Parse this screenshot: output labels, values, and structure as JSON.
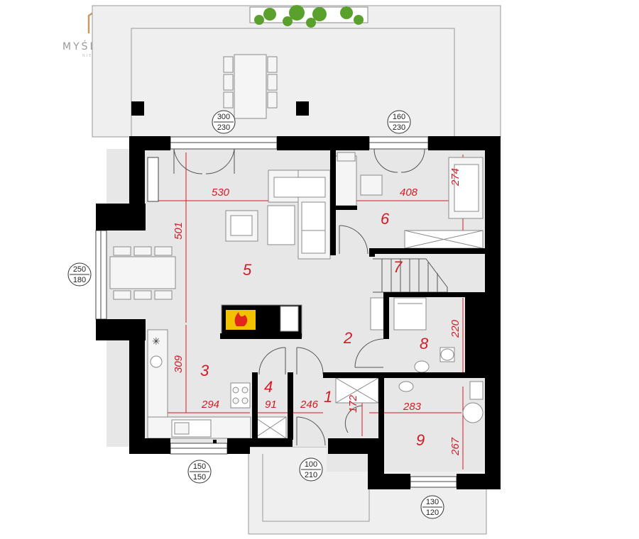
{
  "brand": {
    "name": "MYŚLIWIEC",
    "tagline": "NIERUCHOMOŚCI",
    "accent": "#c89a63"
  },
  "colors": {
    "wall": "#000000",
    "floor": "#e7e7e7",
    "terrace": "#efefef",
    "dimension": "#d01c24"
  },
  "rooms": [
    {
      "number": "1"
    },
    {
      "number": "2"
    },
    {
      "number": "3"
    },
    {
      "number": "4"
    },
    {
      "number": "5"
    },
    {
      "number": "6"
    },
    {
      "number": "7"
    },
    {
      "number": "8"
    },
    {
      "number": "9"
    }
  ],
  "dimensions": {
    "d530": "530",
    "d408": "408",
    "d274": "274",
    "d501": "501",
    "d309": "309",
    "d294": "294",
    "d91": "91",
    "d246": "246",
    "d172": "172",
    "d283": "283",
    "d220": "220",
    "d267": "267"
  },
  "openings": [
    {
      "top": "300",
      "bottom": "230"
    },
    {
      "top": "160",
      "bottom": "230"
    },
    {
      "top": "250",
      "bottom": "180"
    },
    {
      "top": "150",
      "bottom": "150"
    },
    {
      "top": "100",
      "bottom": "210"
    },
    {
      "top": "130",
      "bottom": "120"
    }
  ]
}
